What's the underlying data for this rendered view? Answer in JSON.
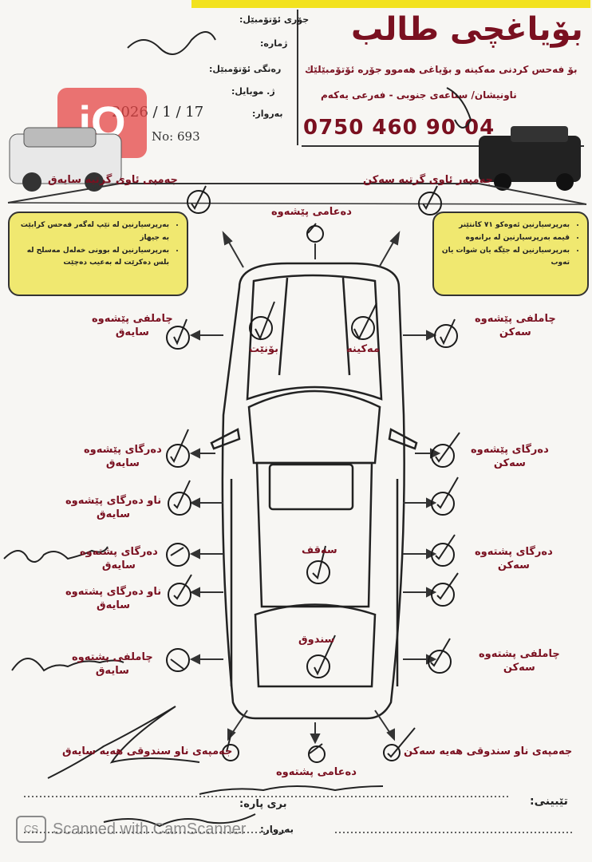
{
  "header": {
    "title": "بۆیاغچی طالب",
    "subtitle": "بۆ فەحس کردنی مەکینە و بۆیاغی هەموو جۆرە ئۆتۆمبێلێك",
    "address": "ناونیشان/ سناعەی جنوبی - فەرعی یەکەم",
    "phone": "0750 460 90 04"
  },
  "form": {
    "fields": [
      {
        "label": "جۆری ئۆتۆمبێل:"
      },
      {
        "label": "ژمارە:"
      },
      {
        "label": "رەنگی ئۆتۆمبێل:"
      },
      {
        "label": "ژ. موبایل:"
      },
      {
        "label": "بەروار:"
      }
    ],
    "date_value": "2026 / 1 / 17",
    "number_label": "No: 693"
  },
  "logo_text": "iQ",
  "notes_left": [
    "بەرپرسیارنین لە تێپ لەگەر فەحس کرابێت بە جیهاز",
    "بەرپرسیارنین لە بوونی خەلەل مەسلح لە بلس دەکرێت لە بەعیب دەچێت"
  ],
  "notes_right": [
    "بەرپرسیارنین ئەوەکو ٧١ کانتێنر",
    "قیمە بەرپرسیارنین لە برانەوە",
    "بەرپرسیارنین لە جێگە یان شوات یان تەوب"
  ],
  "checks": {
    "front_bumper_left": "جەمپی ئاوی گرتیە سایەق",
    "front_bumper_right": "جەمپەر ئاوی گرتیە سەکن",
    "front_support": "دەعامی پێشەوە",
    "bonnet": "بۆنێت",
    "engine": "مەکینە",
    "front_fender_left": "چاملفی پێشەوە\nسایەق",
    "front_fender_right": "چاملفی پێشەوە\nسەکن",
    "front_door_left": "دەرگای پێشەوە\nسایەق",
    "front_door_right": "دەرگای پێشەوە\nسەکن",
    "inner_front_door_left": "ناو دەرگای پێشەوە\nسایەق",
    "rear_door_left": "دەرگای پشتەوە\nسایەق",
    "rear_door_right": "دەرگای پشتەوە\nسەکن",
    "inner_rear_door_left": "ناو دەرگای پشتەوە\nسایەق",
    "roof": "سەقف",
    "trunk": "سندوق",
    "rear_fender_left": "چاملفی پشتەوە\nسایەق",
    "rear_fender_right": "چاملفی پشتەوە\nسەکن",
    "trunk_bumper_left": "جەمپەی ناو سندوقی هەیە سایەق",
    "trunk_bumper_right": "جەمپەی ناو سندوقی هەیە سەکن",
    "rear_support": "دەعامی پشتەوە"
  },
  "footer": {
    "note_label": "تێبینی:",
    "price_label": "بری پارە:",
    "date_label": "بەروار:"
  },
  "scanner": {
    "badge": "CS",
    "text": "Scanned with CamScanner"
  }
}
